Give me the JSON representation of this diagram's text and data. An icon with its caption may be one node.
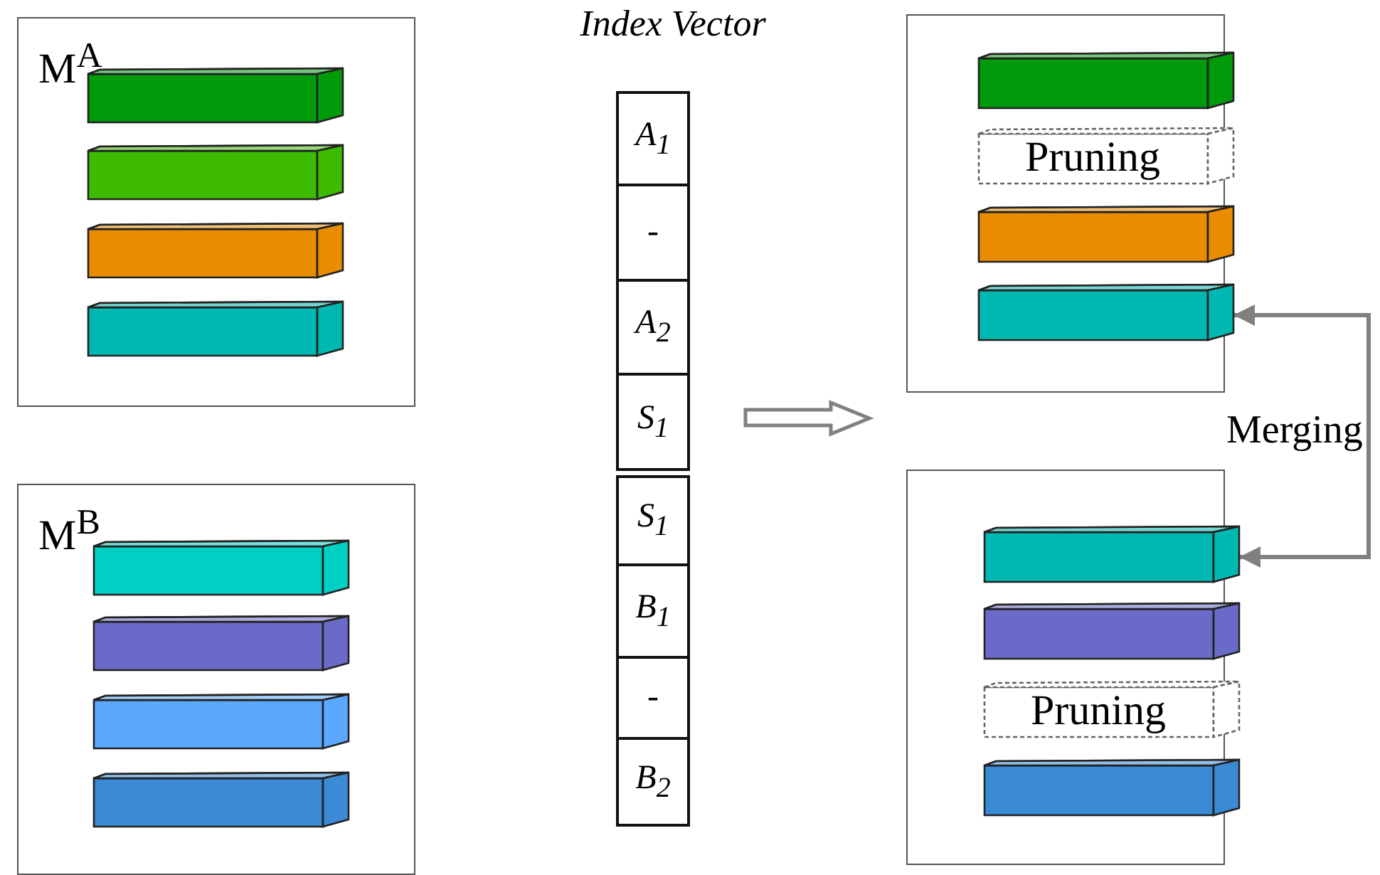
{
  "diagram": {
    "title": "Index Vector",
    "nodes": [
      {
        "text": [
          "M$^{A}$"
        ]
      },
      {
        "text": [],
        "shape": "bar",
        "in": 0
      },
      {
        "text": [],
        "shape": "bar",
        "in": 0
      },
      {
        "text": [],
        "shape": "bar",
        "in": 0
      },
      {
        "text": [],
        "shape": "bar",
        "in": 0
      },
      {
        "text": [
          "M$^{B}$"
        ]
      },
      {
        "text": [],
        "shape": "bar",
        "in": 5
      },
      {
        "text": [],
        "shape": "bar",
        "in": 5
      },
      {
        "text": [],
        "shape": "bar",
        "in": 5
      },
      {
        "text": [],
        "shape": "bar",
        "in": 5
      },
      {
        "text": [
          "A$_{1}$"
        ]
      },
      {
        "text": [
          "-"
        ]
      },
      {
        "text": [
          "A$_{2}$"
        ]
      },
      {
        "text": [
          "S$_{1}$"
        ]
      },
      {
        "text": [
          "S$_{1}$"
        ]
      },
      {
        "text": [
          "B$_{1}$"
        ]
      },
      {
        "text": [
          "-"
        ]
      },
      {
        "text": [
          "B$_{2}$"
        ]
      },
      {
        "text": [],
        "shape": "box"
      },
      {
        "text": [],
        "shape": "bar",
        "in": 18
      },
      {
        "text": [
          "Pruning"
        ],
        "in": 18
      },
      {
        "text": [],
        "shape": "bar",
        "in": 18
      },
      {
        "text": [],
        "shape": "bar",
        "in": 18
      },
      {
        "text": [],
        "shape": "box"
      },
      {
        "text": [],
        "shape": "bar",
        "in": 23
      },
      {
        "text": [],
        "shape": "bar",
        "in": 23
      },
      {
        "text": [
          "Pruning"
        ],
        "in": 23
      },
      {
        "text": [],
        "shape": "bar",
        "in": 23
      }
    ],
    "edges": [
      {
        "from": 22,
        "to": 24,
        "arrow": "both",
        "label": "Merging"
      }
    ]
  }
}
